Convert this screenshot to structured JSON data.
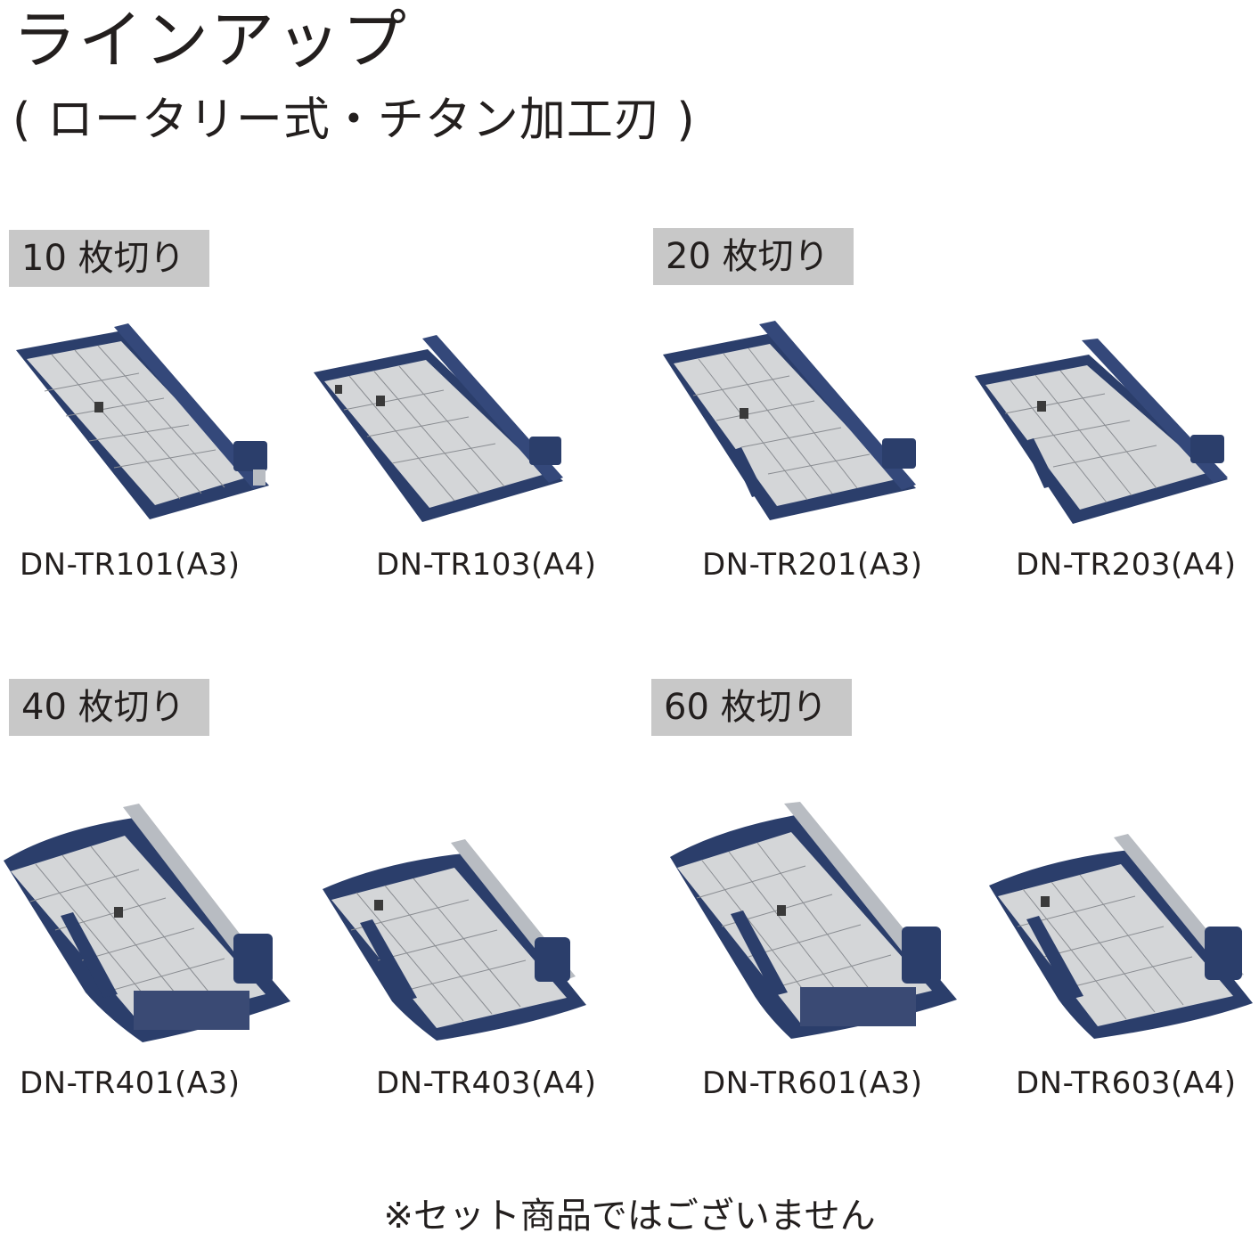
{
  "page": {
    "title": "ラインアップ",
    "subtitle": "( ロータリー式・チタン加工刃 )",
    "footnote": "※セット商品ではございません"
  },
  "groups": [
    {
      "label": "10 枚切り",
      "products": [
        {
          "model": "DN-TR101(A3)",
          "icon": "rotary-paper-cutter-a3-image"
        },
        {
          "model": "DN-TR103(A4)",
          "icon": "rotary-paper-cutter-a4-image"
        }
      ]
    },
    {
      "label": "20 枚切り",
      "products": [
        {
          "model": "DN-TR201(A3)",
          "icon": "rotary-paper-cutter-a3-image"
        },
        {
          "model": "DN-TR203(A4)",
          "icon": "rotary-paper-cutter-a4-image"
        }
      ]
    },
    {
      "label": "40 枚切り",
      "products": [
        {
          "model": "DN-TR401(A3)",
          "icon": "rotary-paper-cutter-a3-image"
        },
        {
          "model": "DN-TR403(A4)",
          "icon": "rotary-paper-cutter-a4-image"
        }
      ]
    },
    {
      "label": "60 枚切り",
      "products": [
        {
          "model": "DN-TR601(A3)",
          "icon": "rotary-paper-cutter-a3-image"
        },
        {
          "model": "DN-TR603(A4)",
          "icon": "rotary-paper-cutter-a4-image"
        }
      ]
    }
  ],
  "colors": {
    "label_background": "#c8c8c8",
    "cutter_base": "#2b3e6b",
    "cutter_board": "#d4d6d8",
    "text": "#231f1e"
  }
}
